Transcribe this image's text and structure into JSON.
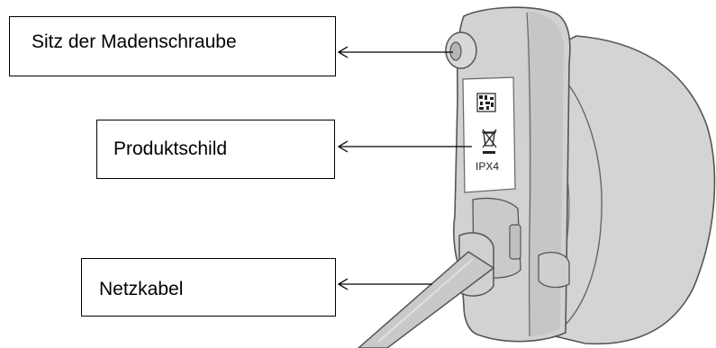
{
  "callouts": {
    "set_screw": {
      "label": "Sitz der Madenschraube"
    },
    "product_label": {
      "label": "Produktschild"
    },
    "power_cable": {
      "label": "Netzkabel"
    }
  },
  "product_plate": {
    "ip_rating": "IPX4"
  },
  "colors": {
    "device_body": "#d3d3d3",
    "device_shadow": "#b8b8b8",
    "outline": "#555555",
    "plate": "#ffffff",
    "callout_border": "#000000",
    "arrow": "#000000"
  }
}
